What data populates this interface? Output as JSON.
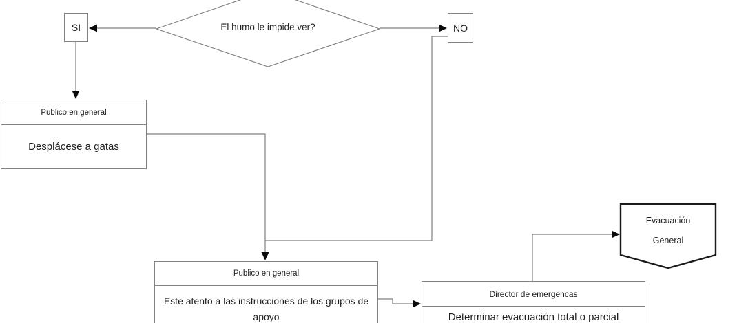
{
  "diagram": {
    "decision_smoke": "El humo le impide ver?",
    "label_yes": "SI",
    "label_no": "NO",
    "box_crawl": {
      "header": "Publico en general",
      "body": "Desplácese a gatas"
    },
    "box_instructions": {
      "header": "Publico en general",
      "body": "Este atento a las instrucciones de los grupos de apoyo"
    },
    "box_determine": {
      "header": "Director de emergencas",
      "body": "Determinar evacuación total o parcial"
    },
    "terminator_evacuation": {
      "line1": "Evacuación",
      "line2": "General"
    }
  },
  "palette": {
    "connector": "#7f7f7f",
    "box_border": "#828282",
    "terminator_border": "#1a1a1a",
    "arrowhead": "#0a0a0a",
    "text": "#1f1f1f",
    "background": "#ffffff"
  }
}
